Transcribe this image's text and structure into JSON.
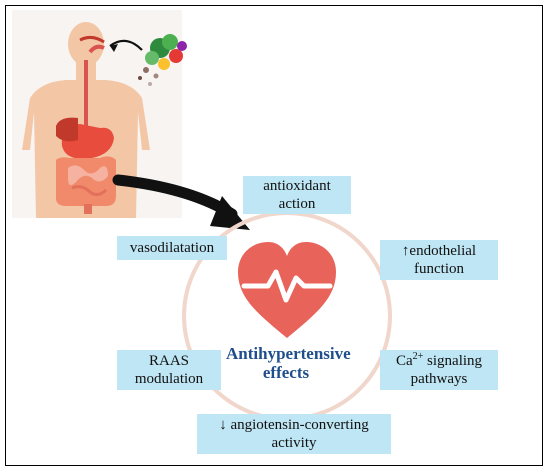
{
  "diagram": {
    "center_label_line1": "Antihypertensive",
    "center_label_line2": "effects",
    "effects": {
      "antioxidant_line1": "antioxidant",
      "antioxidant_line2": "action",
      "vasodilatation": "vasodilatation",
      "endothelial_line1": "↑endothelial",
      "endothelial_line2": "function",
      "raas_line1": "RAAS",
      "raas_line2": "modulation",
      "calcium_prefix": "Ca",
      "calcium_sup": "2+",
      "calcium_suffix": " signaling",
      "calcium_line2": "pathways",
      "ace_line1": "↓ angiotensin-converting",
      "ace_line2": "activity"
    },
    "colors": {
      "box_fill": "#bfe6f4",
      "heart": "#e8635a",
      "ring": "#f1d6cc",
      "title": "#1f4e8c",
      "body": "#f3c6a6",
      "arrow": "#111111"
    },
    "icons": [
      "human-digestive-system-icon",
      "food-vegetables-icon",
      "heart-pulse-icon",
      "curved-arrow-icon"
    ]
  }
}
